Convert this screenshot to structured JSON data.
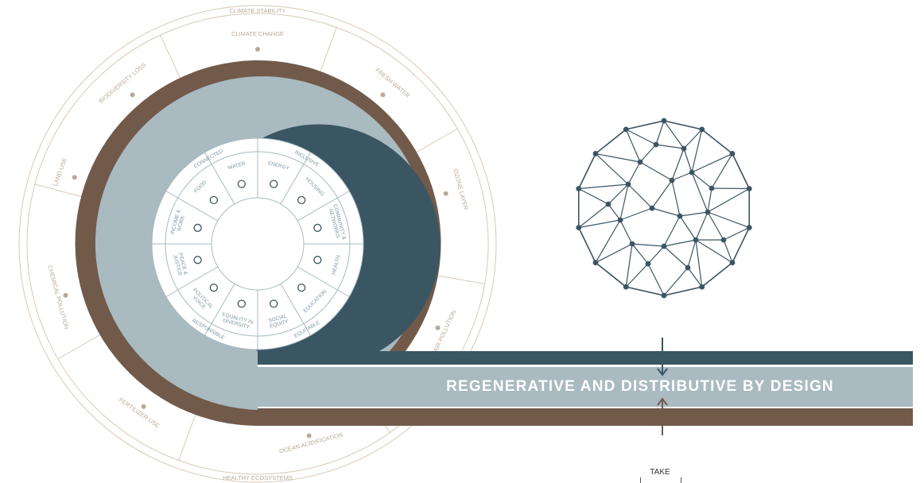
{
  "colors": {
    "brown": "#725a4b",
    "light_blue": "#a9bac0",
    "dark_teal": "#3b5663",
    "outer_line": "#d8c8b6",
    "outer_text": "#b8a896",
    "inner_text": "#7a98a4"
  },
  "outer_ring": {
    "top_label": "CLIMATE STABILITY",
    "bottom_label": "HEALTHY ECOSYSTEMS",
    "segments": [
      {
        "label": "CLIMATE CHANGE",
        "icon": "thermometer-icon"
      },
      {
        "label": "FRESH WATER",
        "icon": "leaf-drop-icon"
      },
      {
        "label": "OZONE LAYER",
        "icon": "spray-icon"
      },
      {
        "label": "AIR POLLUTION",
        "icon": "factory-icon"
      },
      {
        "label": "OCEAN ACIDIFICATION",
        "icon": "fish-icon"
      },
      {
        "label": "FERTILIZER USE",
        "icon": "fertilizer-bag-icon"
      },
      {
        "label": "CHEMICAL POLLUTION",
        "icon": "flask-icon"
      },
      {
        "label": "LAND USE",
        "icon": "trees-icon"
      },
      {
        "label": "BIODIVERSITY LOSS",
        "icon": "animal-icon"
      }
    ]
  },
  "social_ring": {
    "outer_labels": {
      "connected": "CONNECTED",
      "inclusive": "INCLUSIVE",
      "equitable": "EQUITABLE",
      "responsible": "RESPONSIBLE"
    },
    "segments": [
      {
        "label": "ENERGY",
        "icon": "sun-icon"
      },
      {
        "label": "HOUSING",
        "icon": "house-icon"
      },
      {
        "label": "COMMUNITY & NETWORKS",
        "icon": "network-icon"
      },
      {
        "label": "HEALTH",
        "icon": "stethoscope-icon"
      },
      {
        "label": "EDUCATION",
        "icon": "book-icon"
      },
      {
        "label": "SOCIAL EQUITY",
        "icon": "people-icon"
      },
      {
        "label": "EQUALITY IN DIVERSITY",
        "icon": "group-icon"
      },
      {
        "label": "POLITICAL VOICE",
        "icon": "megaphone-icon"
      },
      {
        "label": "PEACE & JUSTICE",
        "icon": "scales-icon"
      },
      {
        "label": "INCOME & WORK",
        "icon": "tools-icon"
      },
      {
        "label": "FOOD",
        "icon": "bowl-icon"
      },
      {
        "label": "WATER",
        "icon": "drop-icon"
      }
    ]
  },
  "banner": {
    "text": "REGENERATIVE AND DISTRIBUTIVE BY DESIGN"
  },
  "take_label": "TAKE"
}
